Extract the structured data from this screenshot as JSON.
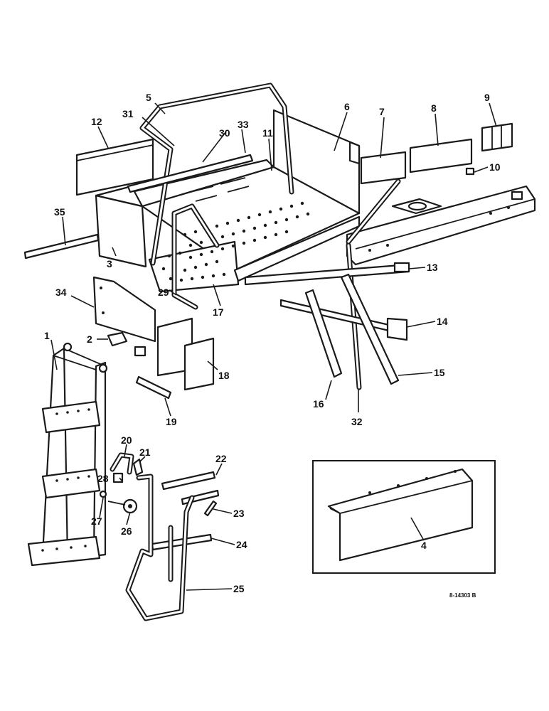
{
  "callouts": {
    "c1": "1",
    "c2": "2",
    "c3": "3",
    "c4": "4",
    "c5": "5",
    "c6": "6",
    "c7": "7",
    "c8": "8",
    "c9": "9",
    "c10": "10",
    "c11": "11",
    "c12": "12",
    "c13": "13",
    "c14": "14",
    "c15": "15",
    "c16": "16",
    "c17": "17",
    "c18": "18",
    "c19": "19",
    "c20": "20",
    "c21": "21",
    "c22": "22",
    "c23": "23",
    "c24": "24",
    "c25": "25",
    "c26": "26",
    "c27": "27",
    "c28": "28",
    "c29": "29",
    "c30": "30",
    "c31": "31",
    "c32": "32",
    "c33": "33",
    "c34": "34",
    "c35": "35"
  },
  "drawing_code": "8-14303 B"
}
